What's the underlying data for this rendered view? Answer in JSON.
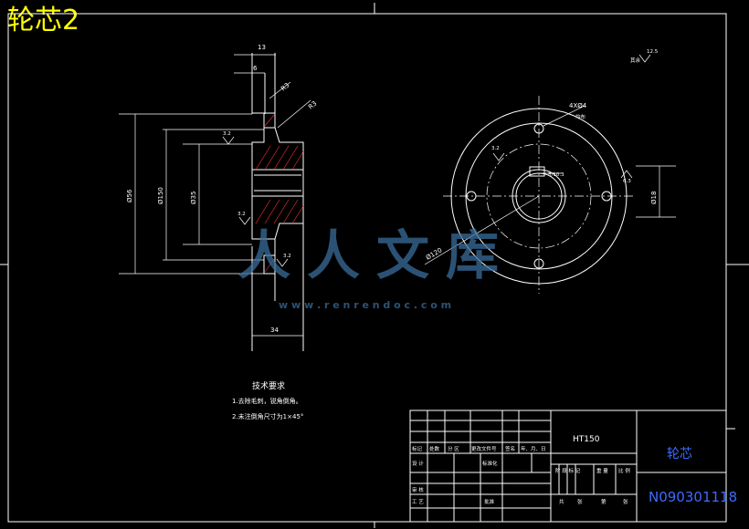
{
  "title": "轮芯2",
  "dimensions": {
    "top_total": "13",
    "top_inner": "6",
    "radius_1": "R3",
    "radius_2": "R3",
    "dia_outer": "Ø56",
    "dia_150": "Ø150",
    "dia_35": "Ø35",
    "width_bottom": "34",
    "rough_1": "3.2",
    "rough_2": "3.2",
    "rough_3": "3.2",
    "holes": "4XØ4",
    "holes_sub": "均布",
    "rough_right": "3.2",
    "key": "8/10.3",
    "rough_63": "6.3",
    "dia_18": "Ø18",
    "dia_120": "Ø120",
    "others_label": "其余",
    "others_value": "12.5"
  },
  "notes": {
    "heading": "技术要求",
    "line1": "1.去除毛刺，锐角倒角。",
    "line2": "2.未注倒角尺寸为1×45°"
  },
  "title_block": {
    "material": "HT150",
    "part_name": "轮芯",
    "drawing_no": "N090301118",
    "row_labels": [
      "标记",
      "处数",
      "分 区",
      "更改文件号",
      "签名",
      "年、月、日"
    ],
    "designer": "设 计",
    "standardization": "标准化",
    "check": "审 核",
    "process": "工 艺",
    "approve": "批准",
    "stage_labels": [
      "阶 段 标 记",
      "重 量",
      "比 例"
    ],
    "sheet_labels": [
      "共",
      "张",
      "第",
      "张"
    ]
  },
  "watermark": {
    "text": "人人文库",
    "url": "w w w . r e n r e n d o c . c o m"
  }
}
